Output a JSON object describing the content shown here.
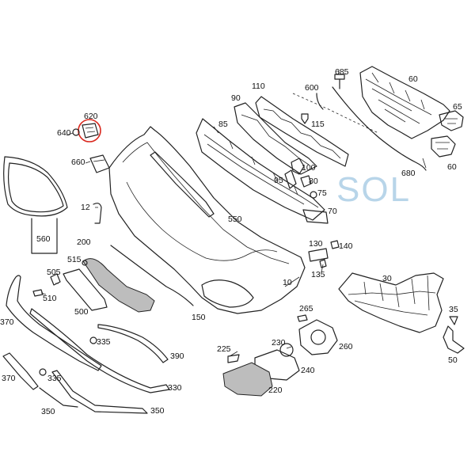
{
  "watermark": "SOL",
  "labels": [
    {
      "key": "l685",
      "text": "685"
    },
    {
      "key": "l60a",
      "text": "60"
    },
    {
      "key": "l110",
      "text": "110"
    },
    {
      "key": "l600",
      "text": "600"
    },
    {
      "key": "l90",
      "text": "90"
    },
    {
      "key": "l65",
      "text": "65"
    },
    {
      "key": "l620",
      "text": "620"
    },
    {
      "key": "l640",
      "text": "640"
    },
    {
      "key": "l85",
      "text": "85"
    },
    {
      "key": "l115",
      "text": "115"
    },
    {
      "key": "l60b",
      "text": "60"
    },
    {
      "key": "l680",
      "text": "680"
    },
    {
      "key": "l660",
      "text": "660"
    },
    {
      "key": "l100",
      "text": "100"
    },
    {
      "key": "l95",
      "text": "95"
    },
    {
      "key": "l80",
      "text": "80"
    },
    {
      "key": "l75",
      "text": "75"
    },
    {
      "key": "l12",
      "text": "12"
    },
    {
      "key": "l70",
      "text": "70"
    },
    {
      "key": "l550",
      "text": "550"
    },
    {
      "key": "l560",
      "text": "560"
    },
    {
      "key": "l200",
      "text": "200"
    },
    {
      "key": "l130",
      "text": "130"
    },
    {
      "key": "l140",
      "text": "140"
    },
    {
      "key": "l515",
      "text": "515"
    },
    {
      "key": "l135",
      "text": "135"
    },
    {
      "key": "l505",
      "text": "505"
    },
    {
      "key": "l30",
      "text": "30"
    },
    {
      "key": "l510",
      "text": "510"
    },
    {
      "key": "l10",
      "text": "10"
    },
    {
      "key": "l500",
      "text": "500"
    },
    {
      "key": "l35",
      "text": "35"
    },
    {
      "key": "l265",
      "text": "265"
    },
    {
      "key": "l150",
      "text": "150"
    },
    {
      "key": "l370a",
      "text": "370"
    },
    {
      "key": "l335a",
      "text": "335"
    },
    {
      "key": "l230",
      "text": "230"
    },
    {
      "key": "l260",
      "text": "260"
    },
    {
      "key": "l225",
      "text": "225"
    },
    {
      "key": "l390",
      "text": "390"
    },
    {
      "key": "l50",
      "text": "50"
    },
    {
      "key": "l240",
      "text": "240"
    },
    {
      "key": "l370b",
      "text": "370"
    },
    {
      "key": "l335b",
      "text": "335"
    },
    {
      "key": "l330",
      "text": "330"
    },
    {
      "key": "l220",
      "text": "220"
    },
    {
      "key": "l350a",
      "text": "350"
    },
    {
      "key": "l350b",
      "text": "350"
    }
  ]
}
